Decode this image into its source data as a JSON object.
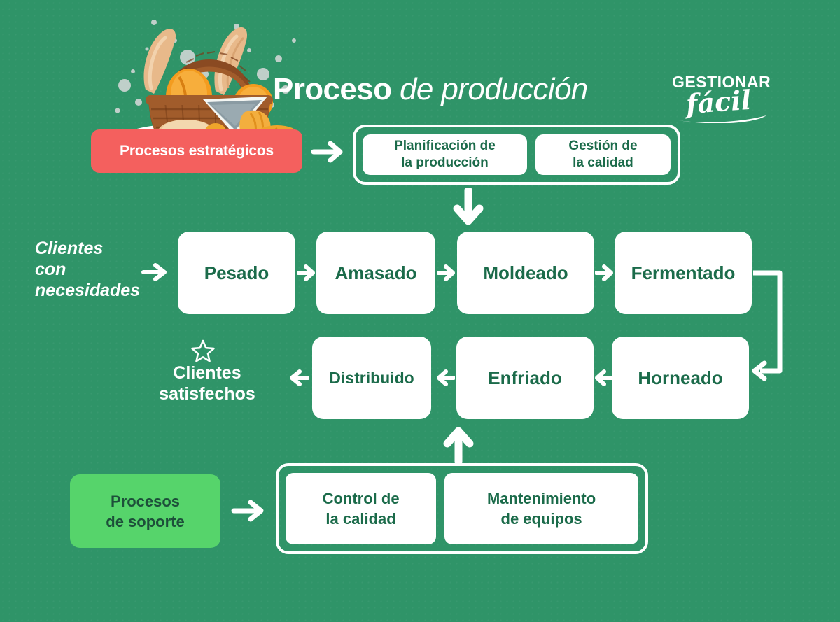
{
  "page": {
    "background_color": "#2f9468",
    "title_bold": "Proceso",
    "title_italic": " de producción"
  },
  "brand": {
    "logo_top": "GESTIONAR",
    "logo_script": "fácil"
  },
  "illustration": {
    "name": "bread-basket-illustration"
  },
  "strategic": {
    "badge_label": "Procesos estratégicos",
    "badge_color": "#f4605e",
    "arrow": "→",
    "cards": [
      {
        "line1": "Planificación de",
        "line2": "la producción"
      },
      {
        "line1": "Gestión de",
        "line2": "la calidad"
      }
    ]
  },
  "support": {
    "badge_line1": "Procesos",
    "badge_line2": "de soporte",
    "badge_color": "#56d46b",
    "badge_text_color": "#1d4f3a",
    "arrow": "→",
    "cards": [
      {
        "line1": "Control de",
        "line2": "la calidad"
      },
      {
        "line1": "Mantenimiento",
        "line2": "de equipos"
      }
    ]
  },
  "flow": {
    "input_label_line1": "Clientes",
    "input_label_line2": "con",
    "input_label_line3": "necesidades",
    "output_label_line1": "Clientes",
    "output_label_line2": "satisfechos",
    "output_icon": "star-icon",
    "steps_top": [
      {
        "id": "pesado",
        "label": "Pesado"
      },
      {
        "id": "amasado",
        "label": "Amasado"
      },
      {
        "id": "moldeado",
        "label": "Moldeado"
      },
      {
        "id": "fermentado",
        "label": "Fermentado"
      }
    ],
    "steps_bottom": [
      {
        "id": "horneado",
        "label": "Horneado"
      },
      {
        "id": "enfriado",
        "label": "Enfriado"
      },
      {
        "id": "distribuido",
        "label": "Distribuido"
      }
    ],
    "card_background": "#ffffff",
    "card_text_color": "#1b6b4a",
    "arrow_color": "#ffffff"
  },
  "chart_data": {
    "type": "diagram",
    "title": "Proceso de producción",
    "subtitle": "",
    "nodes": [
      {
        "id": "procesos-estrategicos",
        "label": "Procesos estratégicos",
        "group": "strategic-badge"
      },
      {
        "id": "planificacion-produccion",
        "label": "Planificación de la producción",
        "group": "strategic"
      },
      {
        "id": "gestion-calidad",
        "label": "Gestión de la calidad",
        "group": "strategic"
      },
      {
        "id": "clientes-necesidades",
        "label": "Clientes con necesidades",
        "group": "input"
      },
      {
        "id": "pesado",
        "label": "Pesado",
        "group": "core"
      },
      {
        "id": "amasado",
        "label": "Amasado",
        "group": "core"
      },
      {
        "id": "moldeado",
        "label": "Moldeado",
        "group": "core"
      },
      {
        "id": "fermentado",
        "label": "Fermentado",
        "group": "core"
      },
      {
        "id": "horneado",
        "label": "Horneado",
        "group": "core"
      },
      {
        "id": "enfriado",
        "label": "Enfriado",
        "group": "core"
      },
      {
        "id": "distribuido",
        "label": "Distribuido",
        "group": "core"
      },
      {
        "id": "clientes-satisfechos",
        "label": "Clientes satisfechos",
        "group": "output"
      },
      {
        "id": "procesos-soporte",
        "label": "Procesos de soporte",
        "group": "support-badge"
      },
      {
        "id": "control-calidad",
        "label": "Control de la calidad",
        "group": "support"
      },
      {
        "id": "mantenimiento-equipos",
        "label": "Mantenimiento de equipos",
        "group": "support"
      }
    ],
    "edges": [
      {
        "from": "procesos-estrategicos",
        "to": "planificacion-produccion",
        "dir": "right"
      },
      {
        "from": "gestion-calidad",
        "to": "moldeado",
        "dir": "down"
      },
      {
        "from": "clientes-necesidades",
        "to": "pesado",
        "dir": "right"
      },
      {
        "from": "pesado",
        "to": "amasado",
        "dir": "right"
      },
      {
        "from": "amasado",
        "to": "moldeado",
        "dir": "right"
      },
      {
        "from": "moldeado",
        "to": "fermentado",
        "dir": "right"
      },
      {
        "from": "fermentado",
        "to": "horneado",
        "dir": "elbow-down-left"
      },
      {
        "from": "horneado",
        "to": "enfriado",
        "dir": "left"
      },
      {
        "from": "enfriado",
        "to": "distribuido",
        "dir": "left"
      },
      {
        "from": "distribuido",
        "to": "clientes-satisfechos",
        "dir": "left"
      },
      {
        "from": "procesos-soporte",
        "to": "control-calidad",
        "dir": "right"
      },
      {
        "from": "control-calidad",
        "to": "enfriado",
        "dir": "up"
      }
    ]
  }
}
